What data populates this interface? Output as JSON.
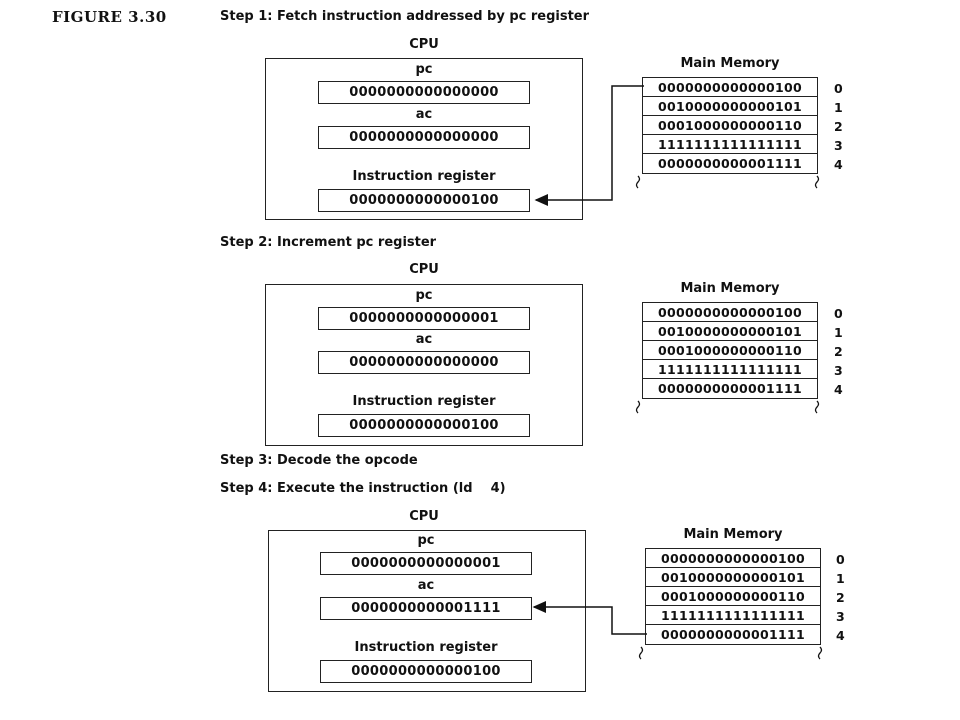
{
  "figure_label": "FIGURE 3.30",
  "steps": [
    {
      "title": "Step 1: Fetch instruction addressed by pc register",
      "cpu_label": "CPU",
      "registers": [
        {
          "label": "pc",
          "value": "0000000000000000"
        },
        {
          "label": "ac",
          "value": "0000000000000000"
        },
        {
          "label": "Instruction register",
          "value": "0000000000000100"
        }
      ],
      "memory_title": "Main Memory",
      "memory": [
        {
          "addr": "0",
          "value": "0000000000000100"
        },
        {
          "addr": "1",
          "value": "0010000000000101"
        },
        {
          "addr": "2",
          "value": "0001000000000110"
        },
        {
          "addr": "3",
          "value": "1111111111111111"
        },
        {
          "addr": "4",
          "value": "0000000000001111"
        }
      ]
    },
    {
      "title": "Step 2: Increment pc register",
      "cpu_label": "CPU",
      "registers": [
        {
          "label": "pc",
          "value": "0000000000000001"
        },
        {
          "label": "ac",
          "value": "0000000000000000"
        },
        {
          "label": "Instruction register",
          "value": "0000000000000100"
        }
      ],
      "memory_title": "Main Memory",
      "memory": [
        {
          "addr": "0",
          "value": "0000000000000100"
        },
        {
          "addr": "1",
          "value": "0010000000000101"
        },
        {
          "addr": "2",
          "value": "0001000000000110"
        },
        {
          "addr": "3",
          "value": "1111111111111111"
        },
        {
          "addr": "4",
          "value": "0000000000001111"
        }
      ]
    },
    {
      "title": "Step 3: Decode the opcode"
    },
    {
      "title": "Step 4: Execute the instruction (ld    4)",
      "cpu_label": "CPU",
      "registers": [
        {
          "label": "pc",
          "value": "0000000000000001"
        },
        {
          "label": "ac",
          "value": "0000000000001111"
        },
        {
          "label": "Instruction register",
          "value": "0000000000000100"
        }
      ],
      "memory_title": "Main Memory",
      "memory": [
        {
          "addr": "0",
          "value": "0000000000000100"
        },
        {
          "addr": "1",
          "value": "0010000000000101"
        },
        {
          "addr": "2",
          "value": "0001000000000110"
        },
        {
          "addr": "3",
          "value": "1111111111111111"
        },
        {
          "addr": "4",
          "value": "0000000000001111"
        }
      ]
    }
  ]
}
